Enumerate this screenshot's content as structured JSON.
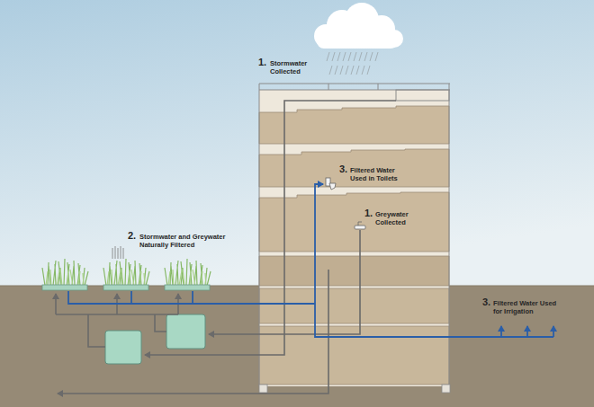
{
  "diagram": {
    "labels": [
      "1.",
      "Stormwater Collected",
      "3.",
      "Filtered Water Used in Toilets",
      "1.",
      "Greywater Collected",
      "2.",
      "Stormwater and Greywater Naturally Filtered",
      "3.",
      "Filtered Water Used for Irrigation"
    ]
  }
}
